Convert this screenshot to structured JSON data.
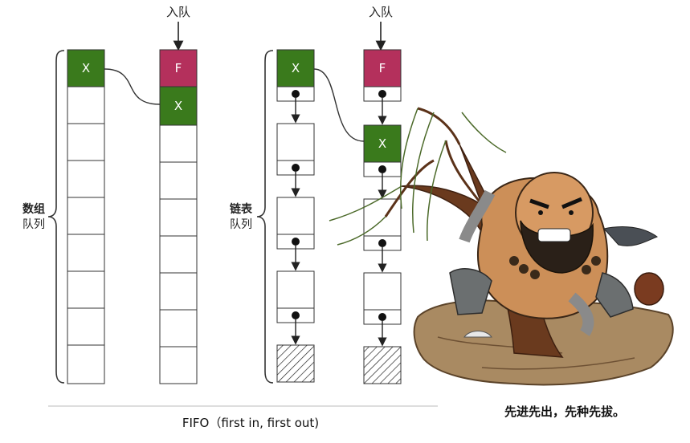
{
  "arrow_labels": {
    "left": "入队",
    "right": "入队"
  },
  "array_queue": {
    "label_line1": "数组",
    "label_line2": "队列",
    "col1_top": "X",
    "col2_top": "F",
    "col2_second": "X"
  },
  "linked_queue": {
    "label_line1": "链表",
    "label_line2": "队列",
    "col1_top": "X",
    "col2_top": "F",
    "col2_second": "X"
  },
  "caption": "FIFO（first in, first out)",
  "illustration_caption": "先进先出，先种先拔。",
  "colors": {
    "green": "#3a7a1c",
    "crimson": "#b4305c",
    "border": "#333333"
  }
}
